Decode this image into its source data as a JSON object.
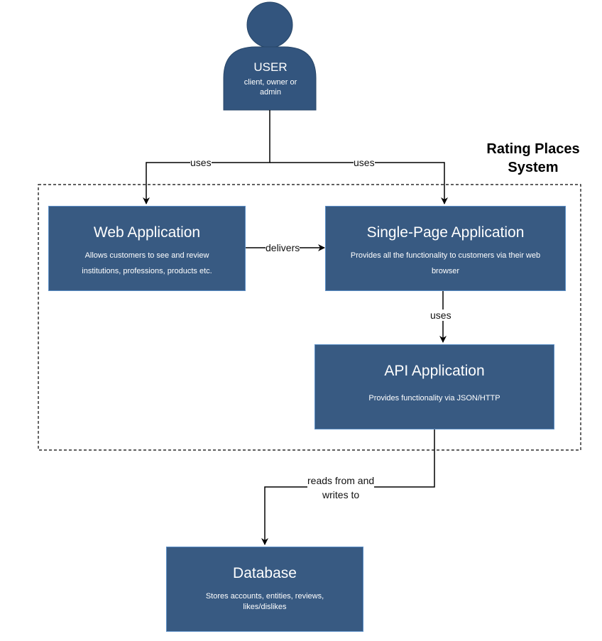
{
  "boundary": {
    "title_line1": "Rating Places",
    "title_line2": "System"
  },
  "user": {
    "title": "USER",
    "subtitle": "client, owner or admin"
  },
  "web_app": {
    "title": "Web Application",
    "description": "Allows customers to see and review institutions, professions, products etc."
  },
  "spa": {
    "title": "Single-Page Application",
    "description": "Provides all the functionality to customers via their web browser"
  },
  "api": {
    "title": "API Application",
    "description": "Provides functionality via JSON/HTTP"
  },
  "database": {
    "title": "Database",
    "description": "Stores accounts, entities, reviews, likes/dislikes"
  },
  "edges": {
    "user_to_web": "uses",
    "user_to_spa": "uses",
    "web_to_spa": "delivers",
    "spa_to_api": "uses",
    "api_to_db_line1": "reads from and",
    "api_to_db_line2": "writes to"
  },
  "colors": {
    "box_fill": "#385a82",
    "box_border": "#5b8ec6",
    "user_fill": "#33557e",
    "line": "#000000"
  }
}
